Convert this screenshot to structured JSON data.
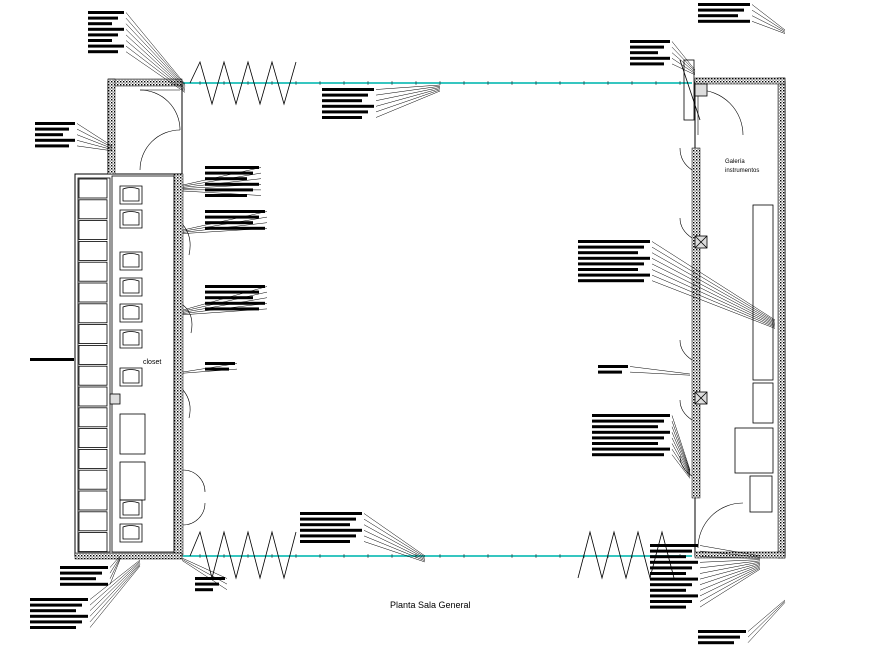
{
  "drawing": {
    "title": "Planta Sala General",
    "room_label_left": "closet",
    "room_label_right_line1": "Galería",
    "room_label_right_line2": "instrumentos"
  },
  "colors": {
    "line": "#000000",
    "glass": "#36c6c0",
    "wall_hatch": "#000000",
    "background": "#ffffff"
  }
}
